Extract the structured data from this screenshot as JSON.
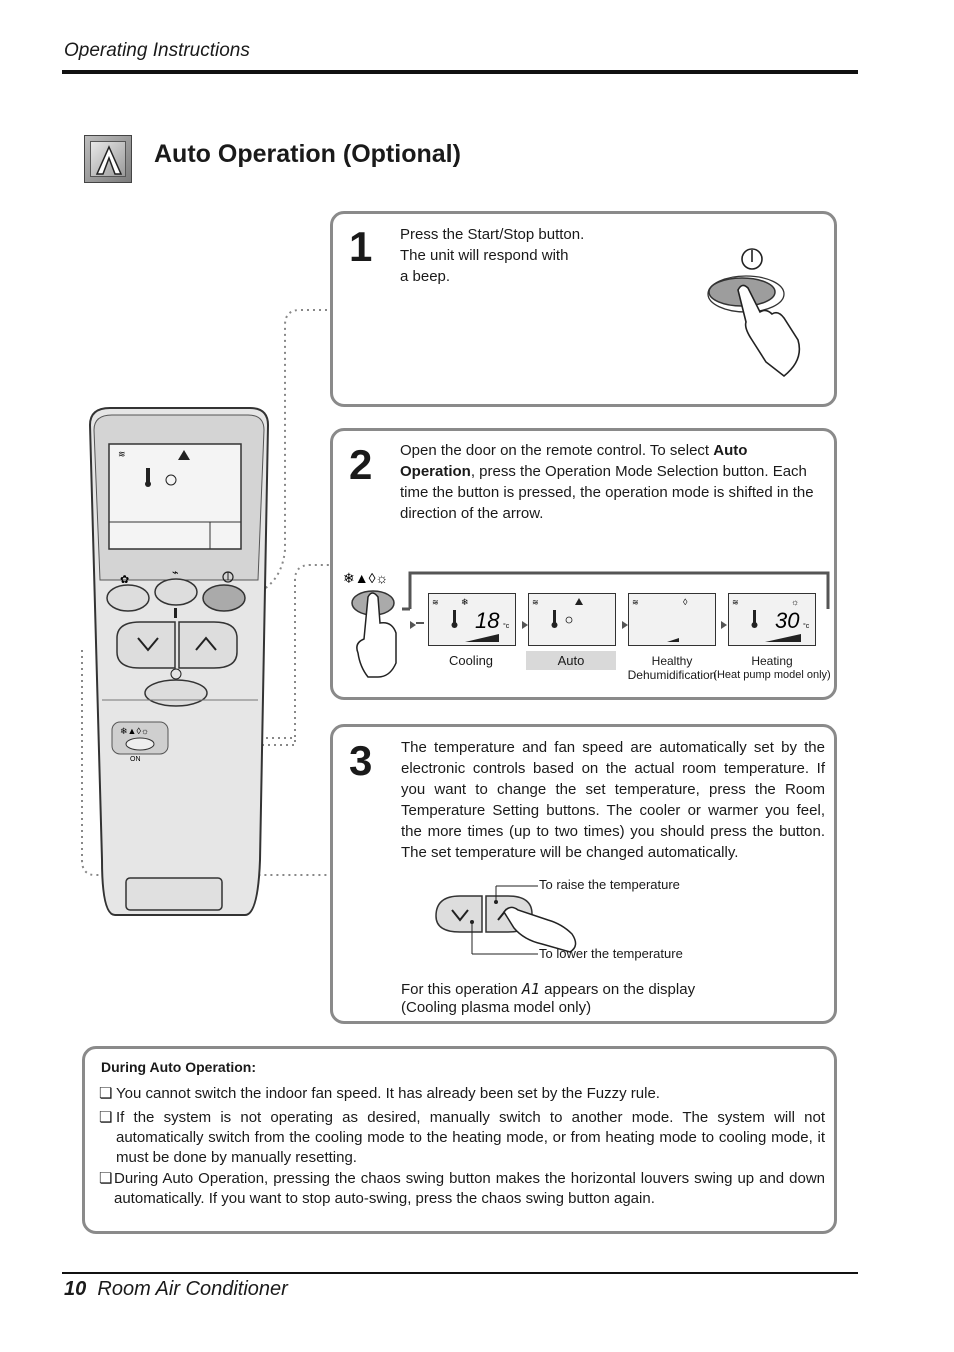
{
  "header": {
    "section_label": "Operating Instructions"
  },
  "section": {
    "title": "Auto Operation (Optional)"
  },
  "step1": {
    "number": "1",
    "text_line1": "Press the Start/Stop button.",
    "text_line2": "The unit will respond with",
    "text_line3": "a beep."
  },
  "step2": {
    "number": "2",
    "text_pre": "Open the door on the remote control. To select ",
    "text_bold1": "Auto",
    "text_bold2": "Operation",
    "text_post": ", press the Operation Mode Selection button. Each time the button is pressed, the operation mode is shifted in the direction of the arrow.",
    "modes": [
      {
        "label": "Cooling",
        "sublabel": "",
        "display": "18",
        "unit": "°c"
      },
      {
        "label": "Auto",
        "sublabel": "",
        "display": "",
        "unit": ""
      },
      {
        "label": "Healthy",
        "sublabel": "Dehumidification",
        "display": "",
        "unit": ""
      },
      {
        "label": "Heating",
        "sublabel": "(Heat pump model only)",
        "display": "30",
        "unit": "°c"
      }
    ]
  },
  "step3": {
    "number": "3",
    "text": "The temperature and fan speed are automatically set by the electronic controls based on the actual room temperature. If you want to change the set temperature, press the Room Temperature Setting buttons. The cooler or warmer you feel, the more times (up to two times) you should press the button. The set temperature will be changed automatically.",
    "raise_label": "To raise the temperature",
    "lower_label": "To lower the temperature",
    "display_pre": "For this operation ",
    "display_code": "A1",
    "display_post": " appears on the display",
    "display_note": "(Cooling plasma model only)"
  },
  "remote": {
    "on_label": "ON"
  },
  "notes": {
    "title": "During Auto Operation:",
    "bullet": "❏",
    "items": [
      "You cannot switch the indoor fan speed. It has already been set by the Fuzzy rule.",
      "If the system is not operating as desired, manually switch to another mode. The system will not automatically switch from the cooling mode to the heating mode, or from heating mode to cooling mode, it must be done by manually resetting.",
      "During Auto Operation, pressing the chaos swing button makes the horizontal louvers swing up and down automatically. If you want to stop auto-swing, press the chaos swing button again."
    ]
  },
  "footer": {
    "page_number": "10",
    "title": "Room Air Conditioner"
  }
}
